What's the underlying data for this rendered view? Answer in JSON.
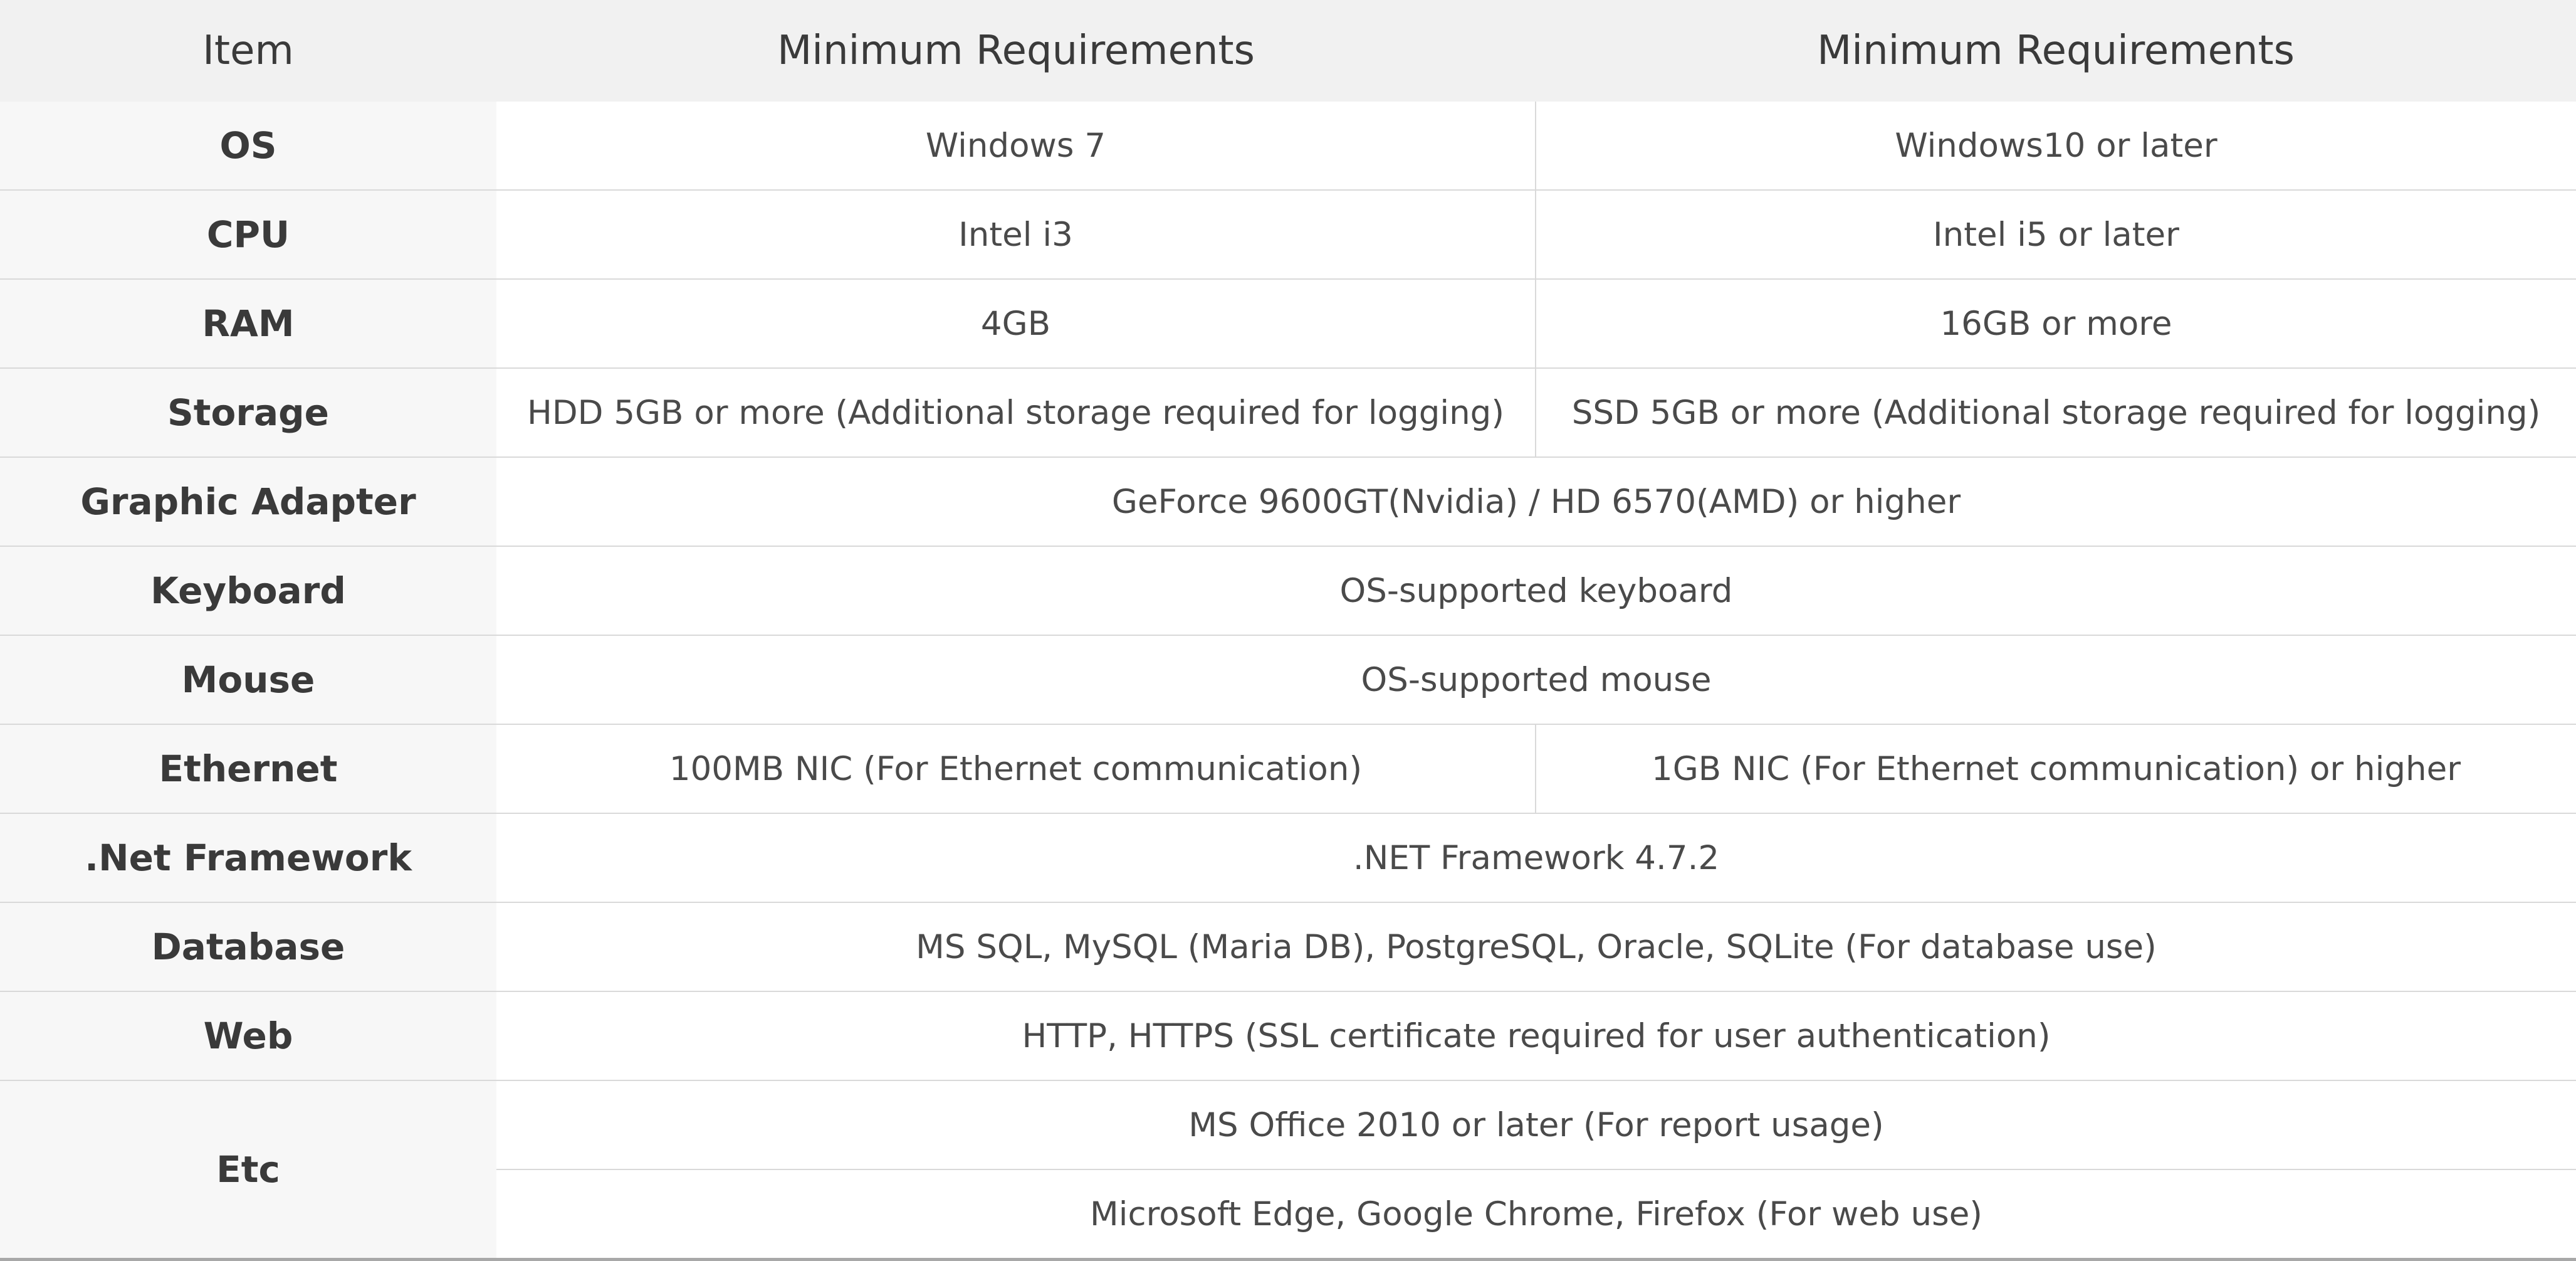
{
  "header": {
    "item": "Item",
    "minimum": "Minimum Requirements",
    "recommended": "Minimum Requirements"
  },
  "rows": {
    "os": {
      "label": "OS",
      "min": "Windows 7",
      "rec": "Windows10 or later"
    },
    "cpu": {
      "label": "CPU",
      "min": "Intel i3",
      "rec": "Intel i5 or later"
    },
    "ram": {
      "label": "RAM",
      "min": "4GB",
      "rec": "16GB or more"
    },
    "storage": {
      "label": "Storage",
      "min": "HDD 5GB or more (Additional storage required for logging)",
      "rec": "SSD 5GB or more (Additional storage required for logging)"
    },
    "graphic": {
      "label": "Graphic Adapter",
      "value": "GeForce 9600GT(Nvidia) /  HD 6570(AMD) or higher"
    },
    "keyboard": {
      "label": "Keyboard",
      "value": "OS-supported keyboard"
    },
    "mouse": {
      "label": "Mouse",
      "value": "OS-supported mouse"
    },
    "ethernet": {
      "label": "Ethernet",
      "min": "100MB NIC (For Ethernet communication)",
      "rec": "1GB NIC (For Ethernet communication) or higher"
    },
    "dotnet": {
      "label": ".Net Framework",
      "value": ".NET Framework 4.7.2"
    },
    "database": {
      "label": "Database",
      "value": "MS SQL, MySQL (Maria DB), PostgreSQL, Oracle, SQLite (For database use)"
    },
    "web": {
      "label": "Web",
      "value": "HTTP, HTTPS (SSL certificate required for user authentication)"
    },
    "etc": {
      "label": "Etc",
      "values": [
        "MS Office 2010 or later (For report usage)",
        "Microsoft Edge, Google Chrome, Firefox (For web use)"
      ]
    }
  }
}
